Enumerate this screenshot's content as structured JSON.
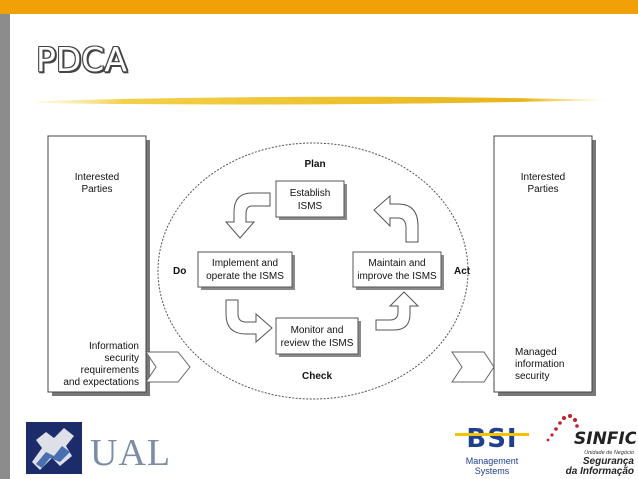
{
  "slide": {
    "title": "PDCA"
  },
  "diagram": {
    "left_box": {
      "top": [
        "Interested",
        "Parties"
      ],
      "bottom": [
        "Information",
        "security",
        "requirements",
        "and expectations"
      ]
    },
    "right_box": {
      "top": [
        "Interested",
        "Parties"
      ],
      "bottom": [
        "Managed",
        "information",
        "security"
      ]
    },
    "phases": {
      "plan": "Plan",
      "do": "Do",
      "check": "Check",
      "act": "Act"
    },
    "steps": {
      "establish": [
        "Establish",
        "ISMS"
      ],
      "implement": [
        "Implement and",
        "operate the ISMS"
      ],
      "monitor": [
        "Monitor and",
        "review the ISMS"
      ],
      "maintain": [
        "Maintain and",
        "improve the ISMS"
      ]
    }
  },
  "logos": {
    "ual": "UAL",
    "bsi": "BSI",
    "bsi_sub": [
      "Management",
      "Systems"
    ],
    "sinfic": "SINFIC",
    "sinfic_sub": [
      "Unidade de Negócio",
      "Segurança",
      "da Informação"
    ]
  },
  "colors": {
    "accent_bar": "#f2a007",
    "side_bar": "#8c8c8c",
    "bsi_blue": "#1f3f8f",
    "bsi_yellow": "#f3c300",
    "sinfic_red": "#c0202a"
  }
}
